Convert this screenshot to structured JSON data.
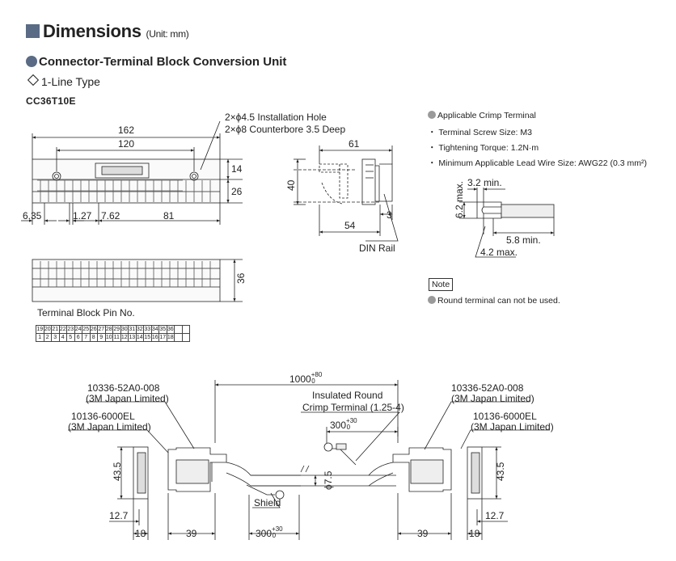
{
  "header": {
    "title": "Dimensions",
    "unit": "(Unit: mm)",
    "section": "Connector-Terminal Block Conversion Unit",
    "type": "1-Line Type",
    "model": "CC36T10E"
  },
  "install_notes": {
    "hole": "2×ϕ4.5 Installation Hole",
    "counterbore": "2×ϕ8 Counterbore 3.5 Deep"
  },
  "unit_dims": {
    "w162": "162",
    "w120": "120",
    "h14": "14",
    "h26": "26",
    "d635": "6.35",
    "d127": "1.27",
    "d762": "7.62",
    "d81": "81",
    "s61": "61",
    "s40": "40",
    "s54": "54",
    "s3": "3",
    "din_rail": "DIN Rail",
    "b36": "36"
  },
  "crimp": {
    "heading": "Applicable Crimp Terminal",
    "items": [
      "Terminal Screw Size: M3",
      "Tightening Torque: 1.2N·m",
      "Minimum Applicable Lead Wire Size: AWG22 (0.3 mm²)"
    ],
    "d32": "3.2 min.",
    "d62": "6.2 max.",
    "d58": "5.8 min.",
    "d42": "4.2 max."
  },
  "note": {
    "label": "Note",
    "text": "Round terminal can not be used."
  },
  "pin_table": {
    "title": "Terminal Block Pin No.",
    "top": [
      "19",
      "20",
      "21",
      "22",
      "23",
      "24",
      "25",
      "26",
      "27",
      "28",
      "29",
      "30",
      "31",
      "32",
      "33",
      "34",
      "35",
      "36",
      "",
      ""
    ],
    "bottom": [
      "1",
      "2",
      "3",
      "4",
      "5",
      "6",
      "7",
      "8",
      "9",
      "10",
      "11",
      "12",
      "13",
      "14",
      "15",
      "16",
      "17",
      "18",
      "",
      ""
    ]
  },
  "cable": {
    "len": "1000",
    "len_tol": "+80 / 0",
    "len_tol_up": "+80",
    "len_tol_low": "0",
    "conn_left_a": "10336-52A0-008",
    "maker_a": "(3M Japan Limited)",
    "conn_left_b": "10136-6000EL",
    "maker_b": "(3M Japan Limited)",
    "conn_right_a": "10336-52A0-008",
    "conn_right_b": "10136-6000EL",
    "crimp_label_1": "Insulated Round",
    "crimp_label_2": "Crimp Terminal (1.25-4)",
    "d300": "300",
    "tol_up": "+30",
    "tol_low": "0",
    "shield": "Shield",
    "dia75": "ϕ7.5",
    "h435": "43.5",
    "w127": "12.7",
    "w18": "18",
    "w39": "39"
  }
}
